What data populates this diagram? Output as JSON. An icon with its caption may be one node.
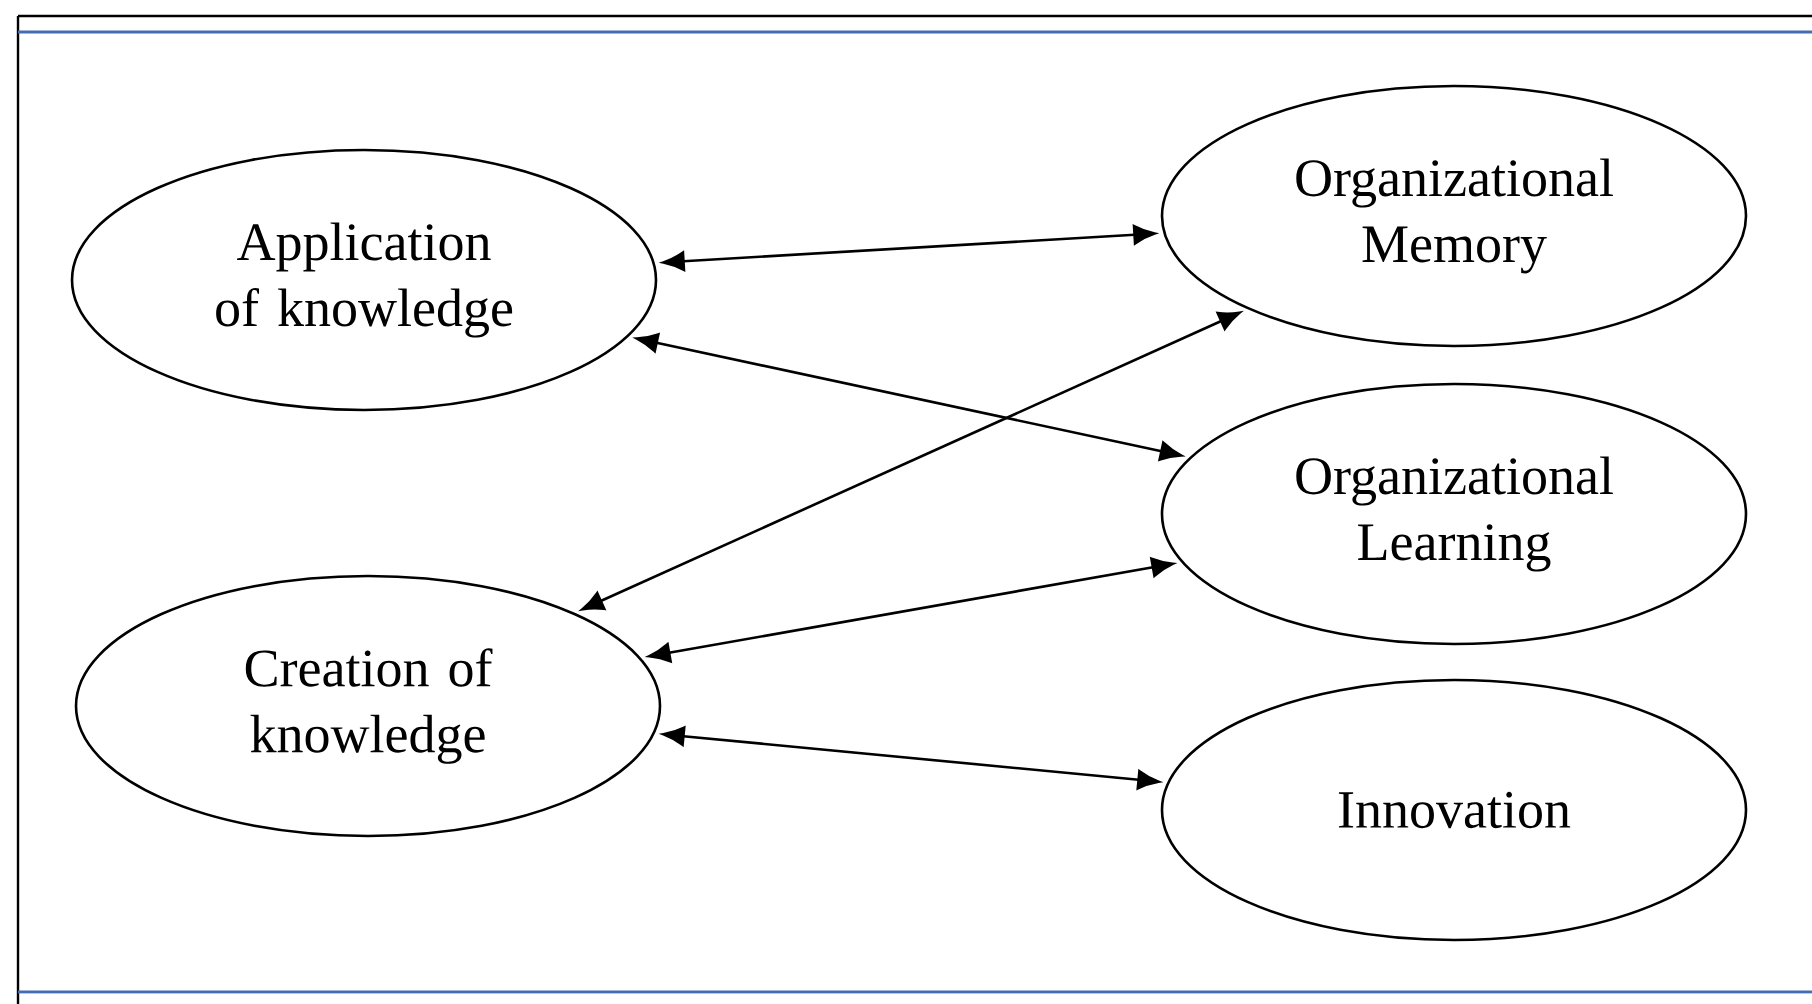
{
  "diagram": {
    "nodes": [
      {
        "text": [
          "Application of knowledge"
        ]
      },
      {
        "text": [
          "Organizational Memory"
        ]
      },
      {
        "text": [
          "Organizational Learning"
        ]
      },
      {
        "text": [
          "Creation of knowledge"
        ]
      },
      {
        "text": [
          "Innovation"
        ]
      }
    ],
    "edges": [
      {
        "from": 0,
        "to": 1,
        "arrow": "both"
      },
      {
        "from": 0,
        "to": 2,
        "arrow": "both"
      },
      {
        "from": 3,
        "to": 1,
        "arrow": "both"
      },
      {
        "from": 3,
        "to": 2,
        "arrow": "both"
      },
      {
        "from": 3,
        "to": 4,
        "arrow": "both"
      }
    ]
  }
}
